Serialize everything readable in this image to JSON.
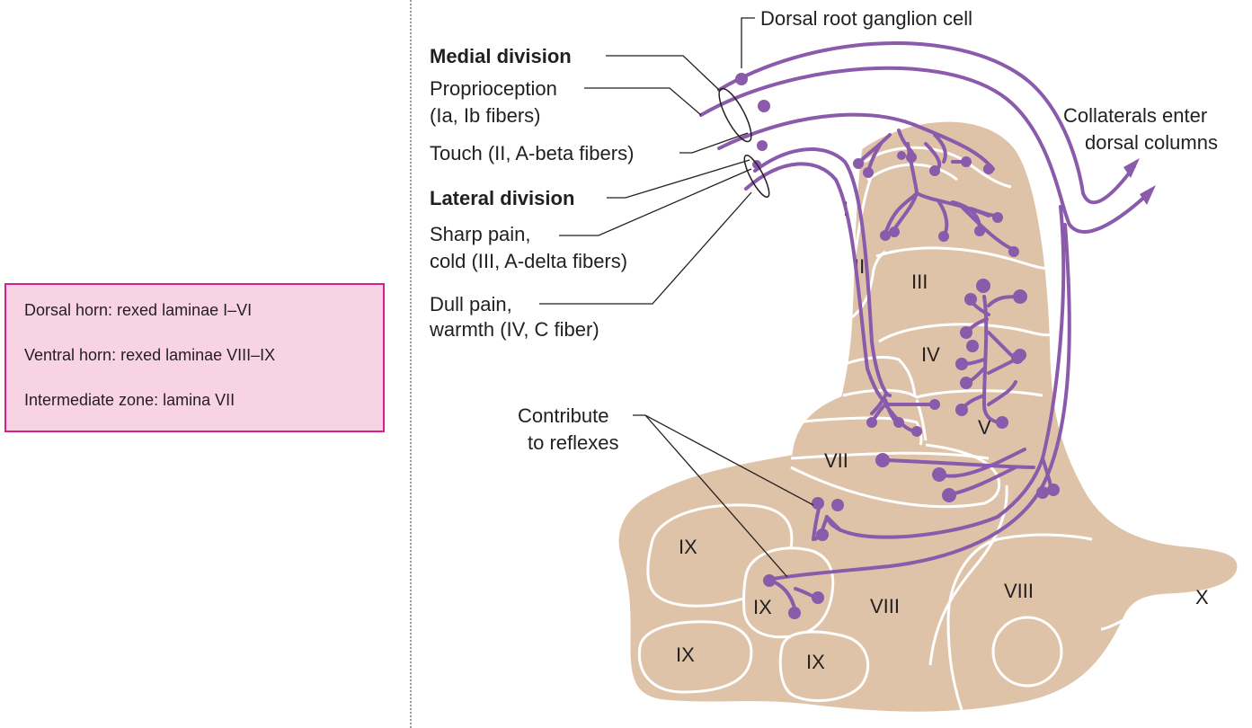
{
  "legend": {
    "dorsal_horn": "Dorsal horn: rexed laminae I–VI",
    "ventral_horn": "Ventral horn: rexed laminae VIII–IX",
    "intermediate_zone": "Intermediate zone: lamina VII"
  },
  "labels": {
    "drg_cell": "Dorsal root ganglion cell",
    "medial_division": "Medial division",
    "proprioception_1": "Proprioception",
    "proprioception_2": "(Ia, Ib fibers)",
    "touch": "Touch (II, A-beta fibers)",
    "lateral_division": "Lateral division",
    "sharp_pain_1": "Sharp pain,",
    "sharp_pain_2": "cold (III, A-delta fibers)",
    "dull_pain_1": "Dull pain,",
    "dull_pain_2": "warmth (IV, C fiber)",
    "collaterals_1": "Collaterals enter",
    "collaterals_2": "dorsal columns",
    "contribute_1": "Contribute",
    "contribute_2": "to reflexes"
  },
  "laminae": {
    "I": "I",
    "II": "II",
    "III": "III",
    "IV": "IV",
    "V": "V",
    "VII": "VII",
    "VIII": "VIII",
    "IX": "IX",
    "X": "X"
  },
  "colors": {
    "gray_matter": "#dfc3a8",
    "fiber": "#8a5aab",
    "legend_fill": "#f8d3e3",
    "legend_border": "#d61f8d"
  }
}
